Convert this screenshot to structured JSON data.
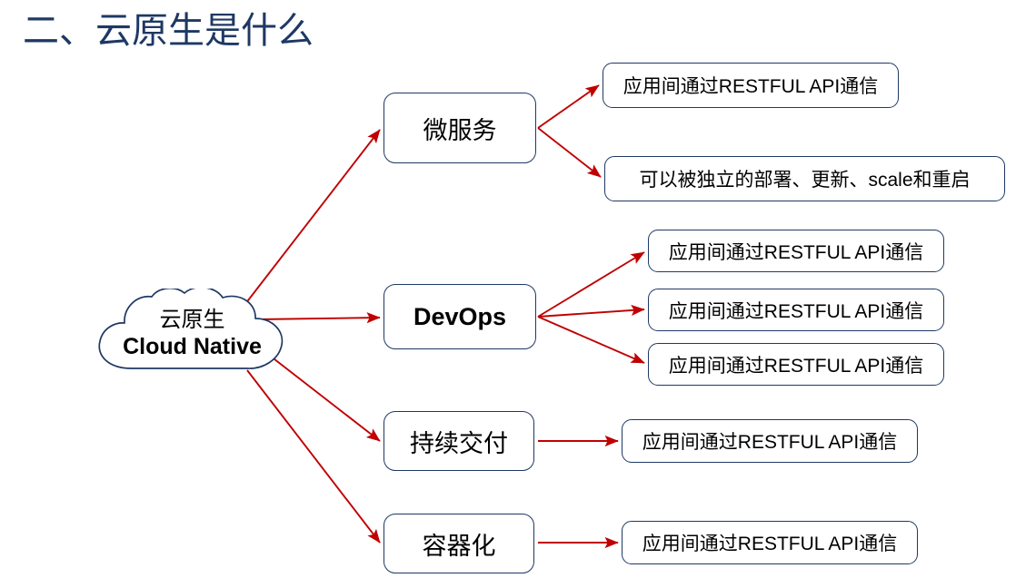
{
  "page": {
    "title": "二、云原生是什么",
    "title_color": "#1F3864",
    "background": "#ffffff",
    "edge_color": "#C00000",
    "node_border_color": "#1F3864"
  },
  "root": {
    "name": "cloud-native-root",
    "line1": "云原生",
    "line2": "Cloud Native",
    "shape": "cloud"
  },
  "branches": [
    {
      "id": "microservices",
      "label": "微服务",
      "children": [
        {
          "id": "ms-child-1",
          "label": "应用间通过RESTFUL API通信"
        },
        {
          "id": "ms-child-2",
          "label": "可以被独立的部署、更新、scale和重启"
        }
      ]
    },
    {
      "id": "devops",
      "label": "DevOps",
      "children": [
        {
          "id": "devops-child-1",
          "label": "应用间通过RESTFUL API通信"
        },
        {
          "id": "devops-child-2",
          "label": "应用间通过RESTFUL API通信"
        },
        {
          "id": "devops-child-3",
          "label": "应用间通过RESTFUL API通信"
        }
      ]
    },
    {
      "id": "continuous-delivery",
      "label": "持续交付",
      "children": [
        {
          "id": "cd-child-1",
          "label": "应用间通过RESTFUL API通信"
        }
      ]
    },
    {
      "id": "containerization",
      "label": "容器化",
      "children": [
        {
          "id": "container-child-1",
          "label": "应用间通过RESTFUL API通信"
        }
      ]
    }
  ]
}
